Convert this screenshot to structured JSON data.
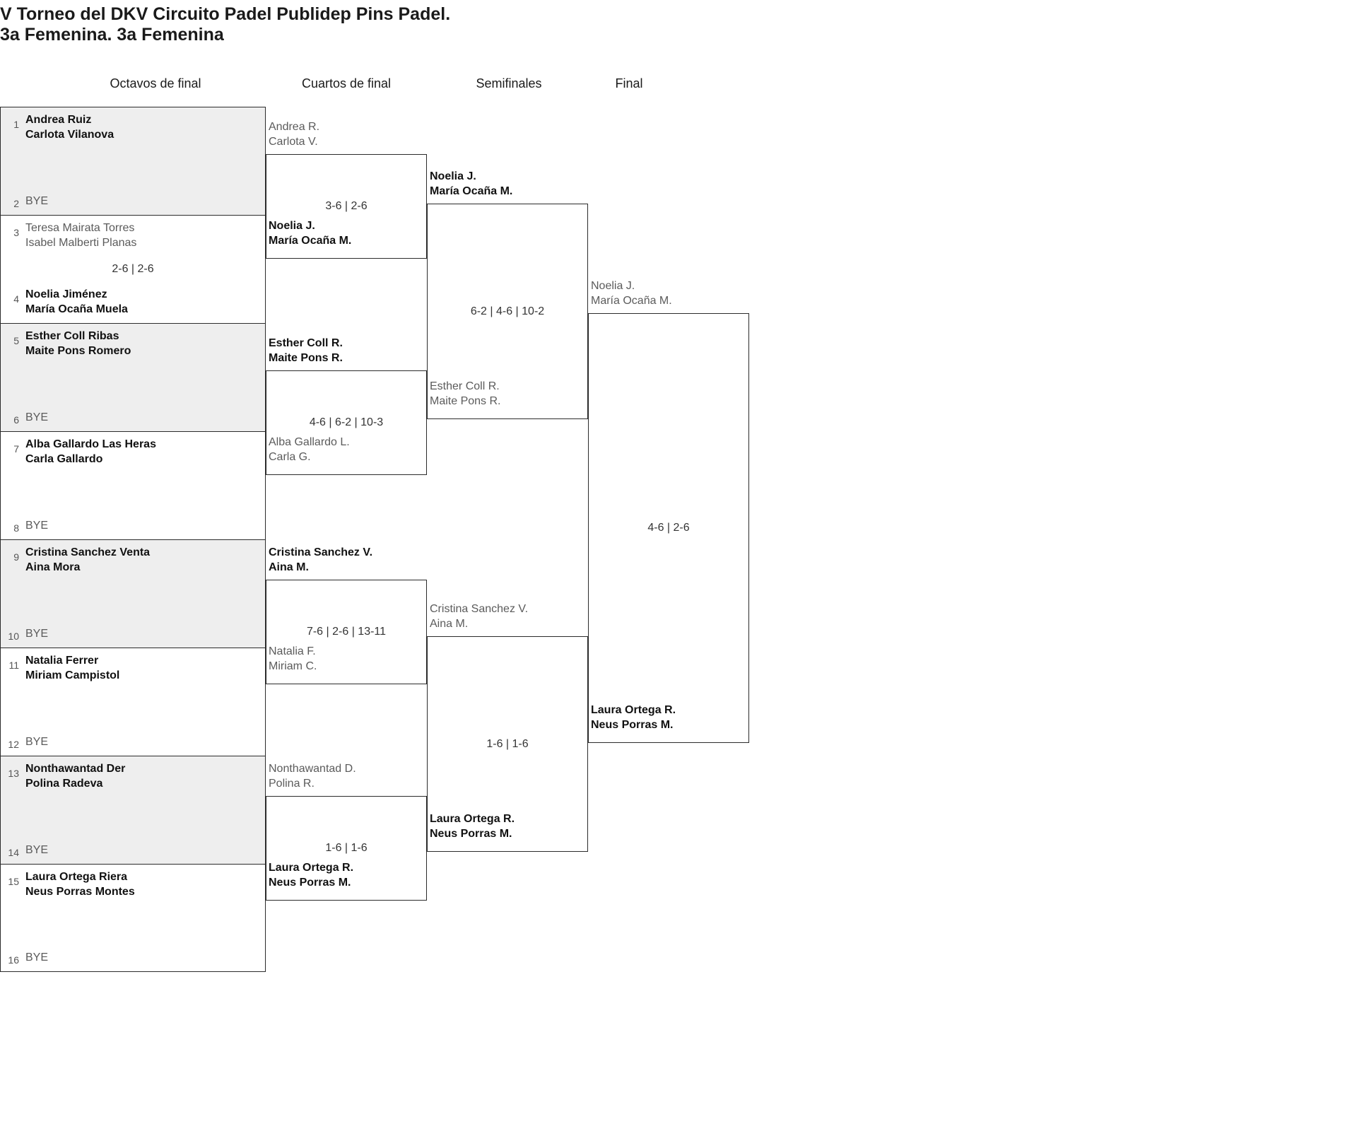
{
  "title": {
    "line1": "V Torneo del DKV Circuito Padel Publidep Pins Padel.",
    "line2": "3a Femenina. 3a Femenina"
  },
  "rounds": [
    {
      "key": "r16",
      "label": "Octavos de final"
    },
    {
      "key": "qf",
      "label": "Cuartos de final"
    },
    {
      "key": "sf",
      "label": "Semifinales"
    },
    {
      "key": "final",
      "label": "Final"
    }
  ],
  "round_of_16": [
    {
      "score": "",
      "top": {
        "seed": "1",
        "p1": "Andrea Ruiz",
        "p2": "Carlota Vilanova",
        "state": "win"
      },
      "bottom": {
        "seed": "2",
        "p1": "BYE",
        "p2": "",
        "state": "bye"
      }
    },
    {
      "score": "2-6 | 2-6",
      "top": {
        "seed": "3",
        "p1": "Teresa Mairata Torres",
        "p2": "Isabel Malberti Planas",
        "state": "lose"
      },
      "bottom": {
        "seed": "4",
        "p1": "Noelia Jiménez",
        "p2": "María Ocaña Muela",
        "state": "win"
      }
    },
    {
      "score": "",
      "top": {
        "seed": "5",
        "p1": "Esther Coll Ribas",
        "p2": "Maite Pons Romero",
        "state": "win"
      },
      "bottom": {
        "seed": "6",
        "p1": "BYE",
        "p2": "",
        "state": "bye"
      }
    },
    {
      "score": "",
      "top": {
        "seed": "7",
        "p1": "Alba Gallardo Las Heras",
        "p2": "Carla Gallardo",
        "state": "win"
      },
      "bottom": {
        "seed": "8",
        "p1": "BYE",
        "p2": "",
        "state": "bye"
      }
    },
    {
      "score": "",
      "top": {
        "seed": "9",
        "p1": "Cristina Sanchez Venta",
        "p2": "Aina Mora",
        "state": "win"
      },
      "bottom": {
        "seed": "10",
        "p1": "BYE",
        "p2": "",
        "state": "bye"
      }
    },
    {
      "score": "",
      "top": {
        "seed": "11",
        "p1": "Natalia Ferrer",
        "p2": "Miriam Campistol",
        "state": "win"
      },
      "bottom": {
        "seed": "12",
        "p1": "BYE",
        "p2": "",
        "state": "bye"
      }
    },
    {
      "score": "",
      "top": {
        "seed": "13",
        "p1": "Nonthawantad Der",
        "p2": "Polina Radeva",
        "state": "win"
      },
      "bottom": {
        "seed": "14",
        "p1": "BYE",
        "p2": "",
        "state": "bye"
      }
    },
    {
      "score": "",
      "top": {
        "seed": "15",
        "p1": "Laura Ortega Riera",
        "p2": "Neus Porras Montes",
        "state": "win"
      },
      "bottom": {
        "seed": "16",
        "p1": "BYE",
        "p2": "",
        "state": "bye"
      }
    }
  ],
  "quarterfinals": [
    {
      "score": "3-6 | 2-6",
      "top": {
        "p1": "Andrea R.",
        "p2": "Carlota V.",
        "state": "lose"
      },
      "bottom": {
        "p1": "Noelia J.",
        "p2": "María Ocaña M.",
        "state": "win"
      }
    },
    {
      "score": "4-6 | 6-2 | 10-3",
      "top": {
        "p1": "Esther Coll R.",
        "p2": "Maite Pons R.",
        "state": "win"
      },
      "bottom": {
        "p1": "Alba Gallardo L.",
        "p2": "Carla G.",
        "state": "lose"
      }
    },
    {
      "score": "7-6 | 2-6 | 13-11",
      "top": {
        "p1": "Cristina Sanchez V.",
        "p2": "Aina M.",
        "state": "win"
      },
      "bottom": {
        "p1": "Natalia F.",
        "p2": "Miriam C.",
        "state": "lose"
      }
    },
    {
      "score": "1-6 | 1-6",
      "top": {
        "p1": "Nonthawantad D.",
        "p2": "Polina R.",
        "state": "lose"
      },
      "bottom": {
        "p1": "Laura Ortega R.",
        "p2": "Neus Porras M.",
        "state": "win"
      }
    }
  ],
  "semifinals": [
    {
      "score": "6-2 | 4-6 | 10-2",
      "top": {
        "p1": "Noelia J.",
        "p2": "María Ocaña M.",
        "state": "win"
      },
      "bottom": {
        "p1": "Esther Coll R.",
        "p2": "Maite Pons R.",
        "state": "lose"
      }
    },
    {
      "score": "1-6 | 1-6",
      "top": {
        "p1": "Cristina Sanchez V.",
        "p2": "Aina M.",
        "state": "lose"
      },
      "bottom": {
        "p1": "Laura Ortega R.",
        "p2": "Neus Porras M.",
        "state": "win"
      }
    }
  ],
  "final": [
    {
      "score": "4-6 | 2-6",
      "top": {
        "p1": "Noelia J.",
        "p2": "María Ocaña M.",
        "state": "lose"
      },
      "bottom": {
        "p1": "Laura Ortega R.",
        "p2": "Neus Porras M.",
        "state": "win"
      }
    }
  ]
}
